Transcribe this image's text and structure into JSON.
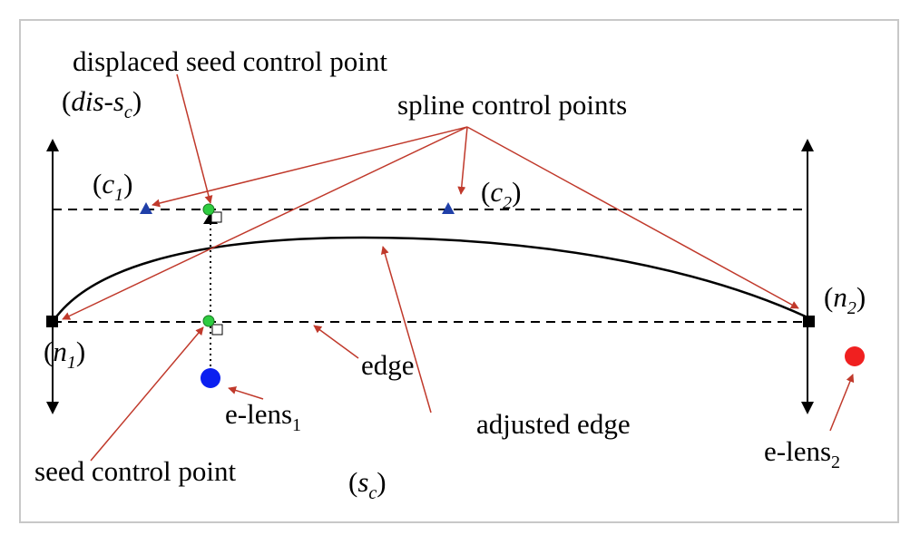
{
  "labels": {
    "displaced_seed_title": "displaced seed control point",
    "displaced_seed_symbol": {
      "open": "(",
      "dis": "dis",
      "dash": "-",
      "s": "s",
      "sub": "c",
      "close": ")"
    },
    "spline_control_points": "spline control points",
    "c1": {
      "open": "(",
      "letter": "c",
      "sub": "1",
      "close": ")"
    },
    "c2": {
      "open": "(",
      "letter": "c",
      "sub": "2",
      "close": ")"
    },
    "n1": {
      "open": "(",
      "letter": "n",
      "sub": "1",
      "close": ")"
    },
    "n2": {
      "open": "(",
      "letter": "n",
      "sub": "2",
      "close": ")"
    },
    "edge": "edge",
    "adjusted_edge": "adjusted edge",
    "elens1": {
      "text": "e-lens",
      "sub": "1"
    },
    "elens2": {
      "text": "e-lens",
      "sub": "2"
    },
    "seed_control_point": "seed control point",
    "seed_symbol": {
      "open": "(",
      "s": "s",
      "sub": "c",
      "close": ")"
    }
  },
  "colors": {
    "frame": "#c8c8c8",
    "annotation_arrow": "#c0392b",
    "curve": "#000000",
    "dashed_line": "#000000",
    "spline_point": "#1f3fa8",
    "seed_point": "#2ecc40",
    "lens1": "#0b1ff0",
    "lens2": "#f02020",
    "node": "#000000"
  }
}
